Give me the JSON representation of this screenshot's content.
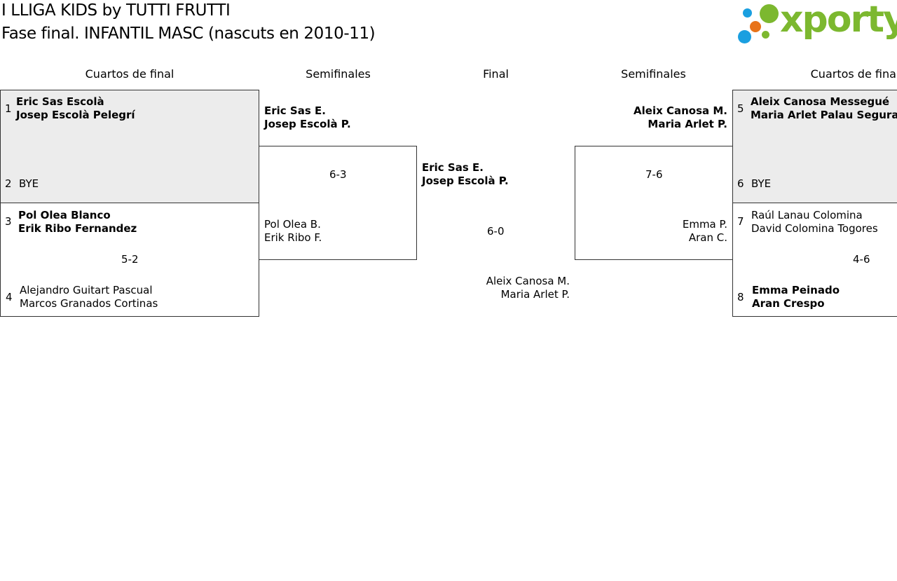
{
  "title": {
    "line1": "I LLIGA KIDS by TUTTI FRUTTI",
    "line2": "Fase final. INFANTIL MASC (nascuts en 2010-11)"
  },
  "logo": {
    "text": "xporty",
    "colors": {
      "green": "#7cb82f",
      "blue": "#1a9fe0",
      "orange": "#e8731a"
    }
  },
  "headers": {
    "qf_left": "Cuartos de final",
    "sf_left": "Semifinales",
    "final": "Final",
    "sf_right": "Semifinales",
    "qf_right": "Cuartos de final"
  },
  "quarterfinals": [
    {
      "seed_a": "1",
      "a1": "Eric Sas Escolà",
      "a2": "Josep Escolà Pelegrí",
      "seed_b": "2",
      "b1": "BYE",
      "score": ""
    },
    {
      "seed_a": "3",
      "a1": "Pol Olea Blanco",
      "a2": "Erik Ribo Fernandez",
      "score": "5-2",
      "seed_b": "4",
      "b1": "Alejandro Guitart Pascual",
      "b2": "Marcos Granados Cortinas"
    },
    {
      "seed_a": "5",
      "a1": "Aleix Canosa Messegué",
      "a2": "Maria Arlet Palau Segura",
      "seed_b": "6",
      "b1": "BYE",
      "score": ""
    },
    {
      "seed_a": "7",
      "a1": "Raúl Lanau Colomina",
      "a2": "David Colomina Togores",
      "score": "4-6",
      "seed_b": "8",
      "b1": "Emma Peinado",
      "b2": "Aran Crespo"
    }
  ],
  "semifinals": [
    {
      "a1": "Eric Sas E.",
      "a2": "Josep Escolà P.",
      "score": "6-3",
      "b1": "Pol Olea B.",
      "b2": "Erik Ribo F."
    },
    {
      "a1": "Aleix Canosa M.",
      "a2": "Maria Arlet P.",
      "score": "7-6",
      "b1": "Emma P.",
      "b2": "Aran C."
    }
  ],
  "final": {
    "a1": "Eric Sas E.",
    "a2": "Josep Escolà P.",
    "score": "6-0",
    "b1": "Aleix Canosa M.",
    "b2": "Maria Arlet P."
  }
}
